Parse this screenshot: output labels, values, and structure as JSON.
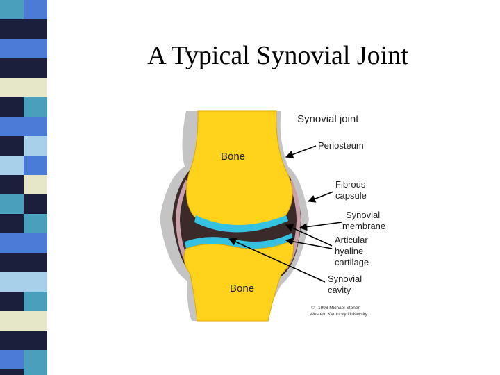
{
  "slide": {
    "title": "A Typical Synovial Joint"
  },
  "diagram": {
    "heading": "Synovial joint",
    "labels": {
      "bone_top": "Bone",
      "bone_bottom": "Bone",
      "periosteum": "Periosteum",
      "fibrous_1": "Fibrous",
      "fibrous_2": "capsule",
      "membrane_1": "Synovial",
      "membrane_2": "membrane",
      "cartilage_1": "Articular",
      "cartilage_2": "hyaline",
      "cartilage_3": "cartilage",
      "cavity_1": "Synovial",
      "cavity_2": "cavity"
    },
    "copyright_symbol": "©",
    "copyright_1": "1998 Michael Stoner",
    "copyright_2": "Western Kentucky University"
  },
  "colors": {
    "bone": "#ffd21c",
    "cartilage": "#35c2e0",
    "cavity": "#3b2a2a",
    "capsule": "#bdbdbd",
    "membrane": "#c9a0a8",
    "stripe_dark": "#1b1f3c",
    "stripe_blue": "#4a7bd6",
    "stripe_teal": "#4aa0bc",
    "stripe_light": "#a8d0ea",
    "stripe_cream": "#e6e6c8"
  }
}
